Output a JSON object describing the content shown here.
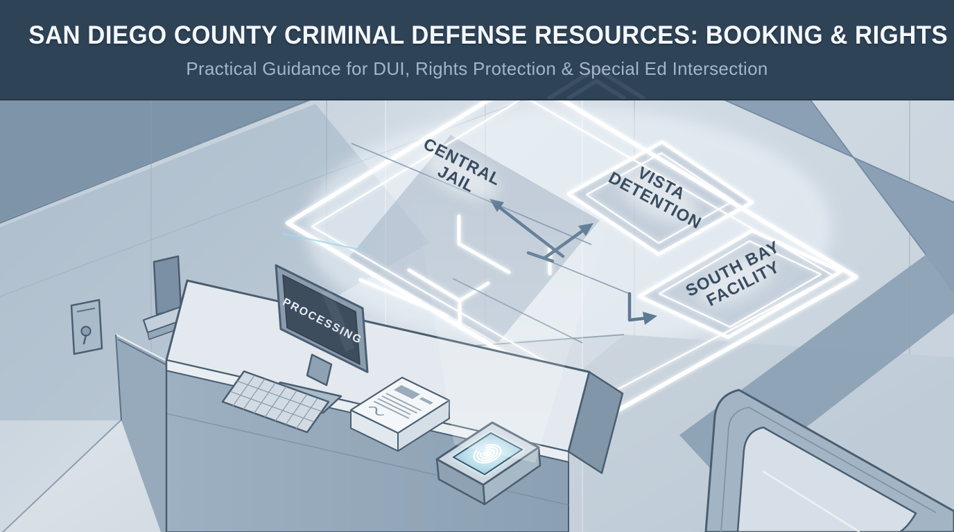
{
  "banner": {
    "title": "SAN DIEGO COUNTY CRIMINAL DEFENSE RESOURCES: BOOKING & RIGHTS",
    "subtitle": "Practical Guidance for DUI, Rights Protection & Special Ed Intersection",
    "background_color": "#2f4357",
    "title_color": "#f4f7fa",
    "subtitle_color": "#a2b5c9"
  },
  "scene": {
    "description": "Isometric booking-room illustration with a glowing holographic jail floor plan projected above a processing desk",
    "floorplan": {
      "rooms": [
        {
          "id": "central-jail",
          "line1": "CENTRAL",
          "line2": "JAIL"
        },
        {
          "id": "vista-detention",
          "line1": "VISTA",
          "line2": "DETENTION"
        },
        {
          "id": "south-bay-facility",
          "line1": "SOUTH BAY",
          "line2": "FACILITY"
        }
      ],
      "outline_color": "#ffffff",
      "label_color": "#394c60",
      "arrow_color": "#5e7a94"
    },
    "monitor": {
      "screen_text": "PROCESSING",
      "screen_color": "#3d4d5e",
      "text_color": "#e8eef4"
    },
    "scanner": {
      "icon": "fingerprint-icon",
      "glow_color": "#8fd1e6"
    },
    "wall_panel": {
      "icon": "keyhole-icon"
    }
  }
}
